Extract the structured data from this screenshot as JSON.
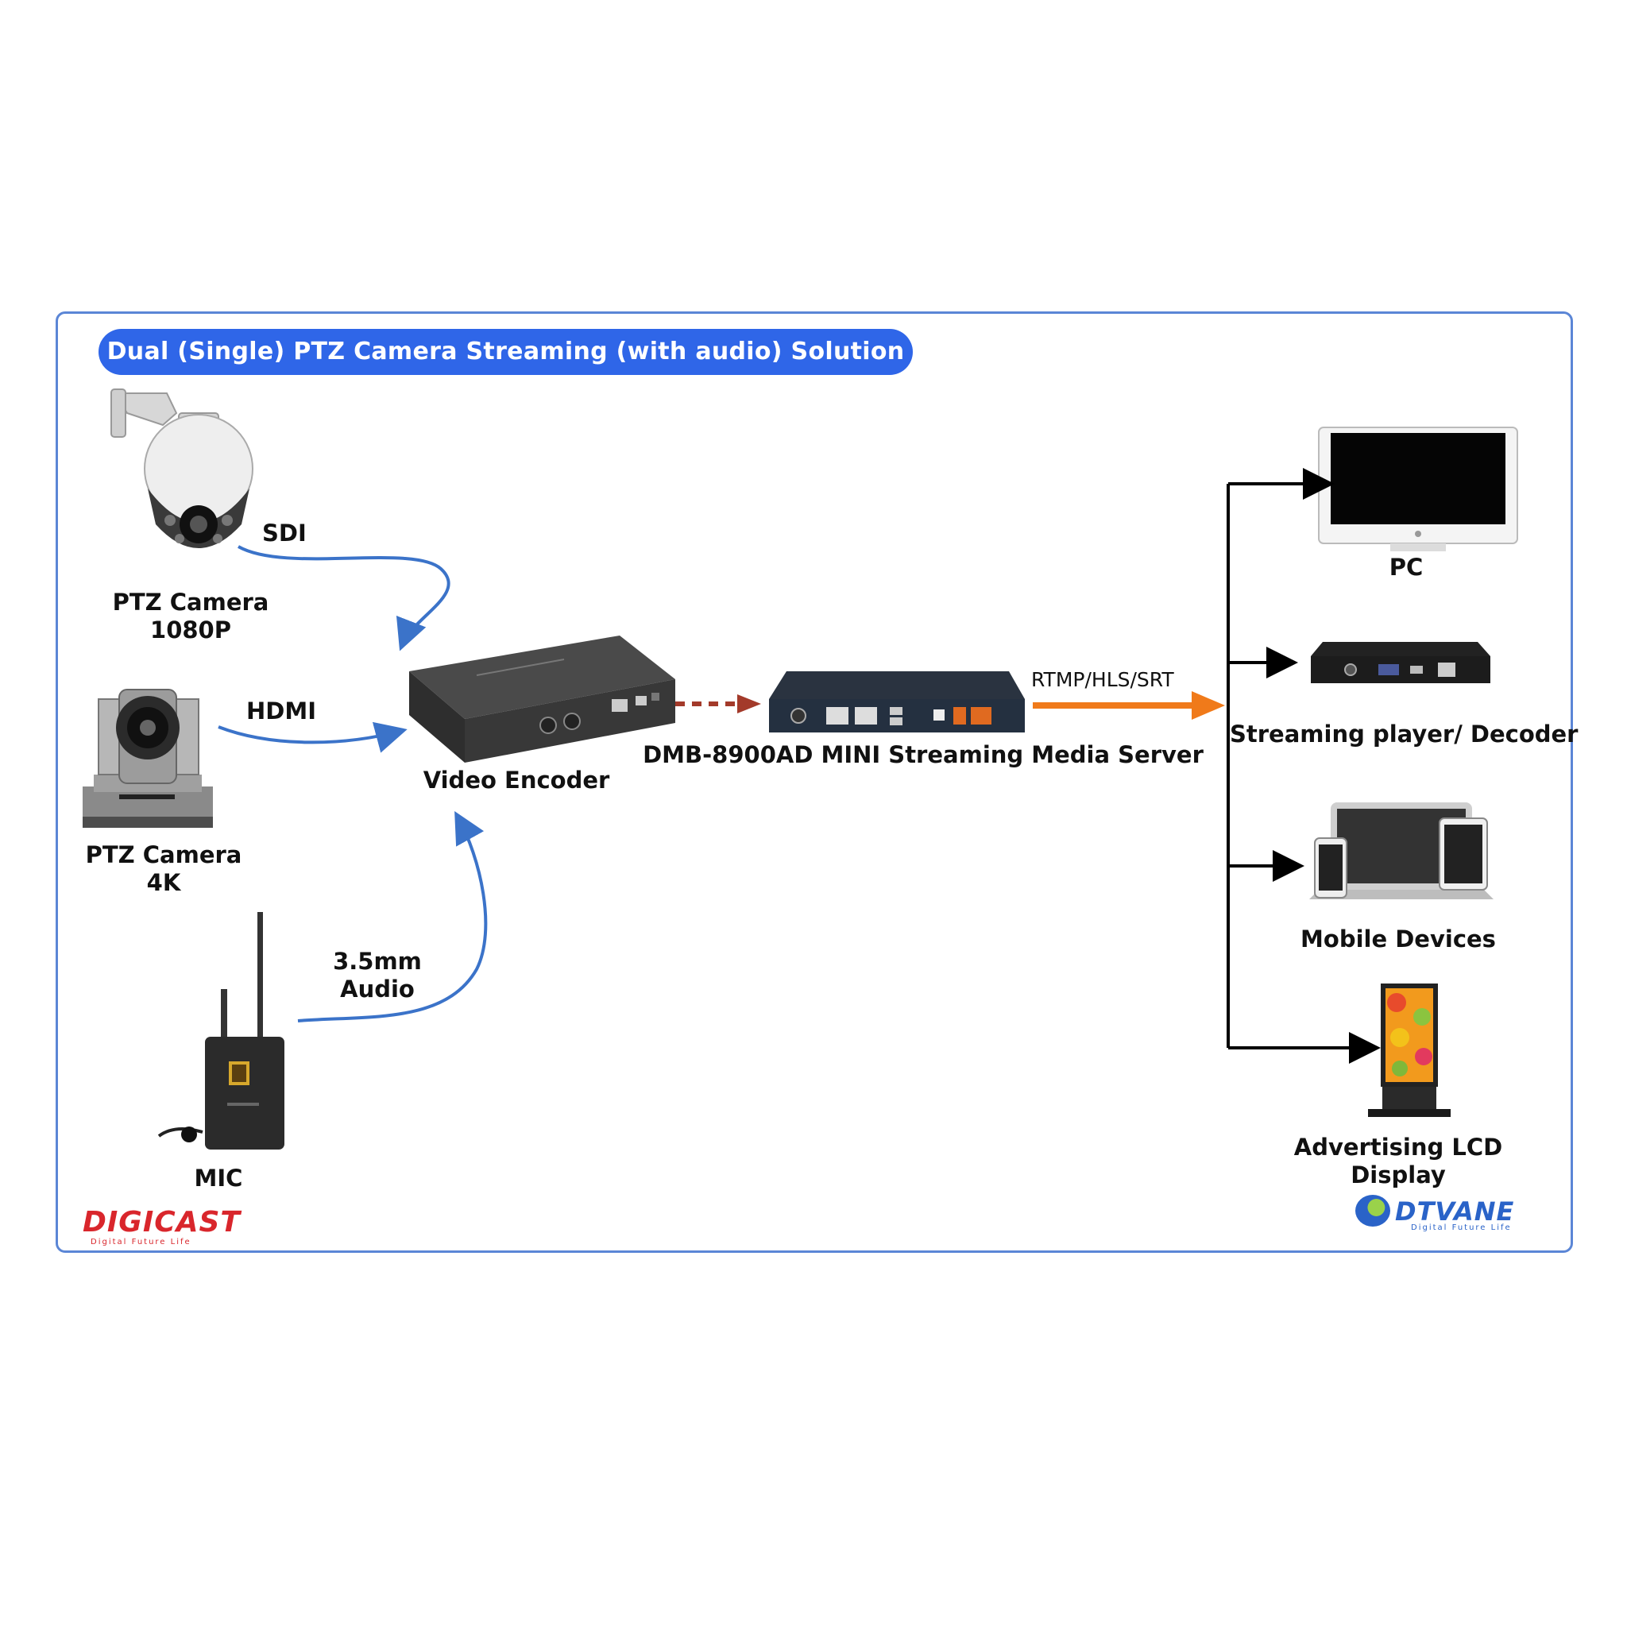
{
  "banner": {
    "title": "Dual (Single) PTZ Camera Streaming (with audio) Solution"
  },
  "sources": {
    "ptz_1080": {
      "name": "PTZ Camera",
      "sub": "1080P",
      "link": "SDI"
    },
    "ptz_4k": {
      "name": "PTZ Camera",
      "sub": "4K",
      "link": "HDMI"
    },
    "mic": {
      "name": "MIC",
      "link_line1": "3.5mm",
      "link_line2": "Audio"
    }
  },
  "encoder": {
    "name": "Video Encoder"
  },
  "server": {
    "name": "DMB-8900AD MINI Streaming Media Server",
    "protocols": "RTMP/HLS/SRT"
  },
  "outputs": {
    "pc": "PC",
    "player": "Streaming player/ Decoder",
    "mobile": "Mobile Devices",
    "lcd_line1": "Advertising LCD",
    "lcd_line2": "Display"
  },
  "logos": {
    "left": "DIGICAST",
    "left_tagline": "Digital Future Life",
    "right": "DTVANE",
    "right_tagline": "Digital Future Life"
  },
  "colors": {
    "frame": "#5b86d6",
    "banner": "#2f66e8",
    "input_arrows": "#3b73c9",
    "encoder_to_server_arrow": "#a33a2a",
    "output_arrow": "#f07a1a",
    "distribution_lines": "#000000"
  }
}
